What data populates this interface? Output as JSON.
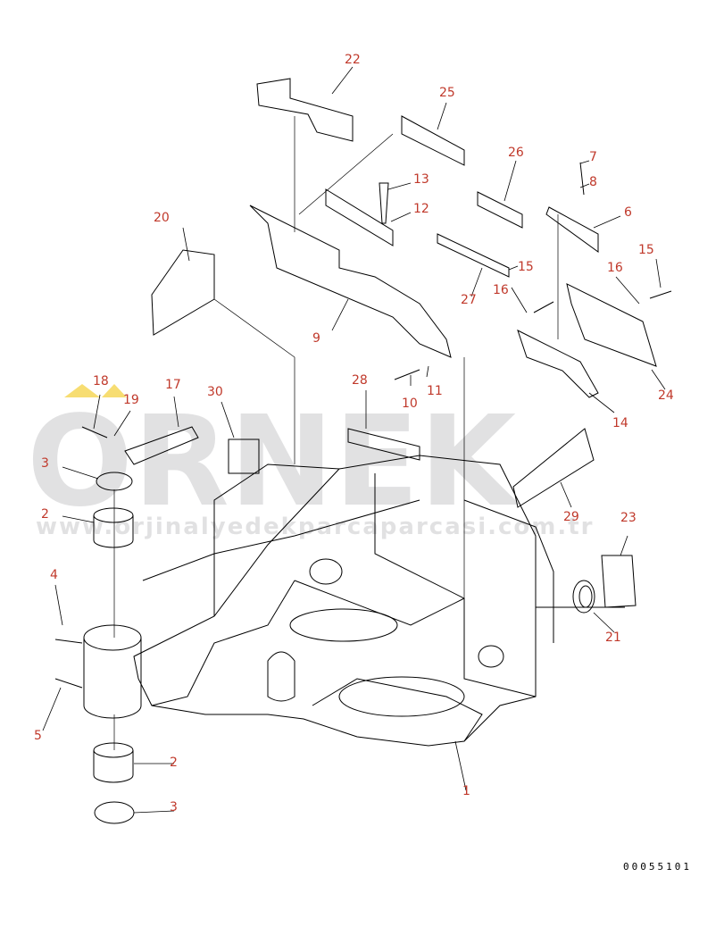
{
  "document_id": "00055101",
  "watermark": {
    "big": "ORNEK",
    "url": "www.orjinalyedekparcaparcasi.com.tr"
  },
  "colors": {
    "callout": "#c0392b",
    "line": "#000000",
    "watermark": "#c9c9cc",
    "accent": "#f2c200"
  },
  "callouts": [
    "1",
    "2",
    "2",
    "3",
    "3",
    "4",
    "5",
    "6",
    "7",
    "8",
    "9",
    "10",
    "11",
    "12",
    "13",
    "14",
    "15",
    "15",
    "16",
    "16",
    "17",
    "18",
    "19",
    "20",
    "21",
    "22",
    "23",
    "24",
    "25",
    "26",
    "27",
    "28",
    "29",
    "30"
  ]
}
